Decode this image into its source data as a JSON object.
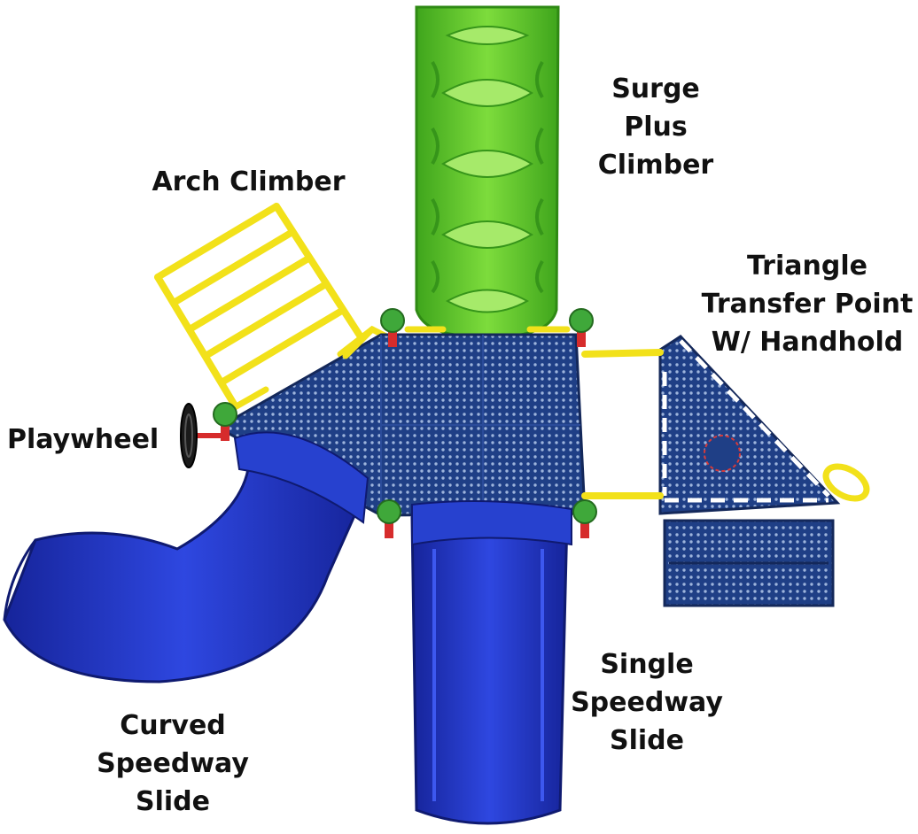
{
  "labels": {
    "surge_plus_climber": [
      "Surge",
      "Plus",
      "Climber"
    ],
    "arch_climber": [
      "Arch Climber"
    ],
    "triangle_transfer_point": [
      "Triangle",
      "Transfer Point",
      "W/ Handhold"
    ],
    "playwheel": [
      "Playwheel"
    ],
    "single_speedway_slide": [
      "Single",
      "Speedway",
      "Slide"
    ],
    "curved_speedway_slide": [
      "Curved",
      "Speedway",
      "Slide"
    ]
  },
  "colors": {
    "deck_blue": "#1f3f86",
    "slide_blue": "#1d2fb8",
    "climber_green": "#5cc22a",
    "rail_yellow": "#f2e11a",
    "post_cap_green": "#3fa83a",
    "post_red": "#d62c2c"
  }
}
